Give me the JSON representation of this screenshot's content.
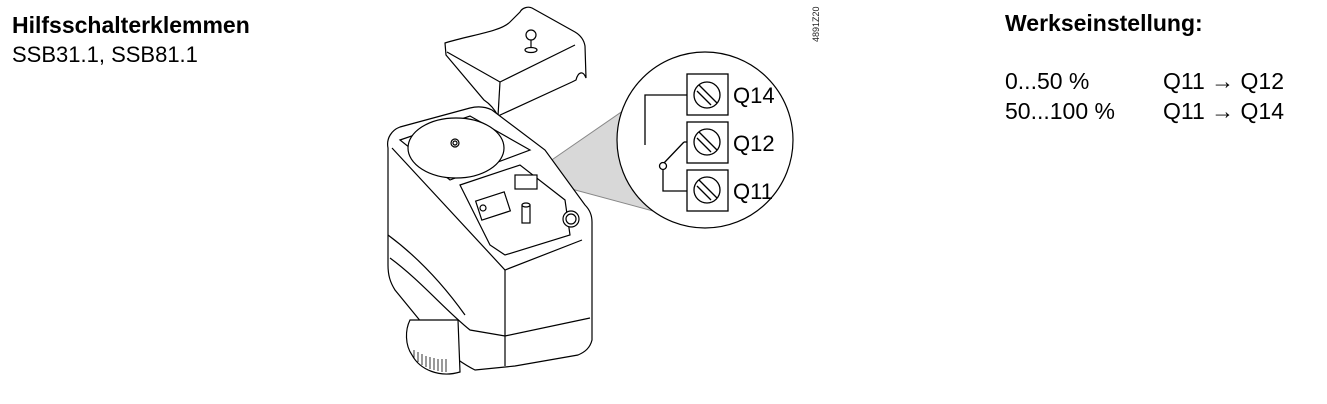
{
  "header": {
    "title": "Hilfsschalterklemmen",
    "models": "SSB31.1, SSB81.1"
  },
  "figure": {
    "id": "4891Z20",
    "terminals": [
      {
        "label": "Q14"
      },
      {
        "label": "Q12"
      },
      {
        "label": "Q11"
      }
    ]
  },
  "factory_setting": {
    "title": "Werkseinstellung:",
    "rows": [
      {
        "range": "0...50 %",
        "connection": "Q11 → Q12"
      },
      {
        "range": "50...100 %",
        "connection": "Q11 → Q14"
      }
    ]
  }
}
